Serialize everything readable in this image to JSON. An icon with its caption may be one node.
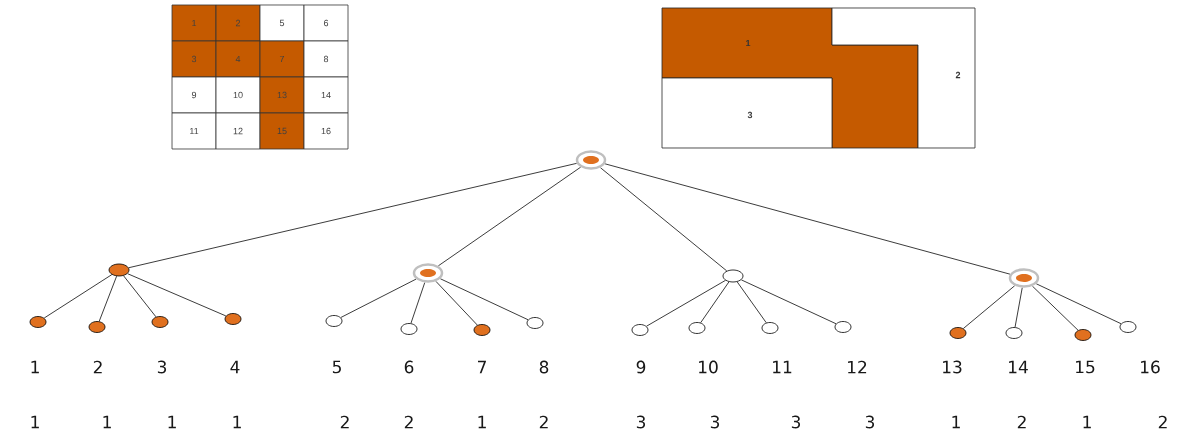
{
  "diagram": {
    "nodes": [
      {
        "text": [
          "1"
        ]
      },
      {
        "text": [
          "2"
        ]
      },
      {
        "text": [
          "5"
        ]
      },
      {
        "text": [
          "6"
        ]
      },
      {
        "text": [
          "3"
        ]
      },
      {
        "text": [
          "4"
        ]
      },
      {
        "text": [
          "7"
        ]
      },
      {
        "text": [
          "8"
        ]
      },
      {
        "text": [
          "9"
        ]
      },
      {
        "text": [
          "10"
        ]
      },
      {
        "text": [
          "13"
        ]
      },
      {
        "text": [
          "14"
        ]
      },
      {
        "text": [
          "11"
        ]
      },
      {
        "text": [
          "12"
        ]
      },
      {
        "text": [
          "15"
        ]
      },
      {
        "text": [
          "16"
        ]
      },
      {
        "text": [
          "1"
        ]
      },
      {
        "text": [
          "2"
        ]
      },
      {
        "text": [
          "3"
        ]
      },
      {
        "text": [],
        "shape": "circle"
      },
      {
        "text": [],
        "shape": "circle"
      },
      {
        "text": [],
        "shape": "circle"
      },
      {
        "text": [],
        "shape": "circle"
      },
      {
        "text": [],
        "shape": "circle"
      },
      {
        "text": [],
        "shape": "circle",
        "beside": [
          "1",
          "1"
        ]
      },
      {
        "text": [],
        "shape": "circle",
        "beside": [
          "2",
          "1"
        ]
      },
      {
        "text": [],
        "shape": "circle",
        "beside": [
          "3",
          "1"
        ]
      },
      {
        "text": [],
        "shape": "circle",
        "beside": [
          "4",
          "1"
        ]
      },
      {
        "text": [],
        "shape": "circle",
        "beside": [
          "5",
          "2"
        ]
      },
      {
        "text": [],
        "shape": "circle",
        "beside": [
          "6",
          "2"
        ]
      },
      {
        "text": [],
        "shape": "circle",
        "beside": [
          "7",
          "1"
        ]
      },
      {
        "text": [],
        "shape": "circle",
        "beside": [
          "8",
          "2"
        ]
      },
      {
        "text": [],
        "shape": "circle",
        "beside": [
          "9",
          "3"
        ]
      },
      {
        "text": [],
        "shape": "circle",
        "beside": [
          "10",
          "3"
        ]
      },
      {
        "text": [],
        "shape": "circle",
        "beside": [
          "11",
          "3"
        ]
      },
      {
        "text": [],
        "shape": "circle",
        "beside": [
          "12",
          "3"
        ]
      },
      {
        "text": [],
        "shape": "circle",
        "beside": [
          "13",
          "1"
        ]
      },
      {
        "text": [],
        "shape": "circle",
        "beside": [
          "14",
          "2"
        ]
      },
      {
        "text": [],
        "shape": "circle",
        "beside": [
          "15",
          "1"
        ]
      },
      {
        "text": [],
        "shape": "circle",
        "beside": [
          "16",
          "2"
        ]
      }
    ],
    "edges": [
      {
        "from": 19,
        "to": 20,
        "arrow": "none"
      },
      {
        "from": 19,
        "to": 21,
        "arrow": "none"
      },
      {
        "from": 19,
        "to": 22,
        "arrow": "none"
      },
      {
        "from": 19,
        "to": 23,
        "arrow": "none"
      },
      {
        "from": 20,
        "to": 24,
        "arrow": "none"
      },
      {
        "from": 20,
        "to": 25,
        "arrow": "none"
      },
      {
        "from": 20,
        "to": 26,
        "arrow": "none"
      },
      {
        "from": 20,
        "to": 27,
        "arrow": "none"
      },
      {
        "from": 21,
        "to": 28,
        "arrow": "none"
      },
      {
        "from": 21,
        "to": 29,
        "arrow": "none"
      },
      {
        "from": 21,
        "to": 30,
        "arrow": "none"
      },
      {
        "from": 21,
        "to": 31,
        "arrow": "none"
      },
      {
        "from": 22,
        "to": 32,
        "arrow": "none"
      },
      {
        "from": 22,
        "to": 33,
        "arrow": "none"
      },
      {
        "from": 22,
        "to": 34,
        "arrow": "none"
      },
      {
        "from": 22,
        "to": 35,
        "arrow": "none"
      },
      {
        "from": 23,
        "to": 36,
        "arrow": "none"
      },
      {
        "from": 23,
        "to": 37,
        "arrow": "none"
      },
      {
        "from": 23,
        "to": 38,
        "arrow": "none"
      },
      {
        "from": 23,
        "to": 39,
        "arrow": "none"
      }
    ]
  }
}
